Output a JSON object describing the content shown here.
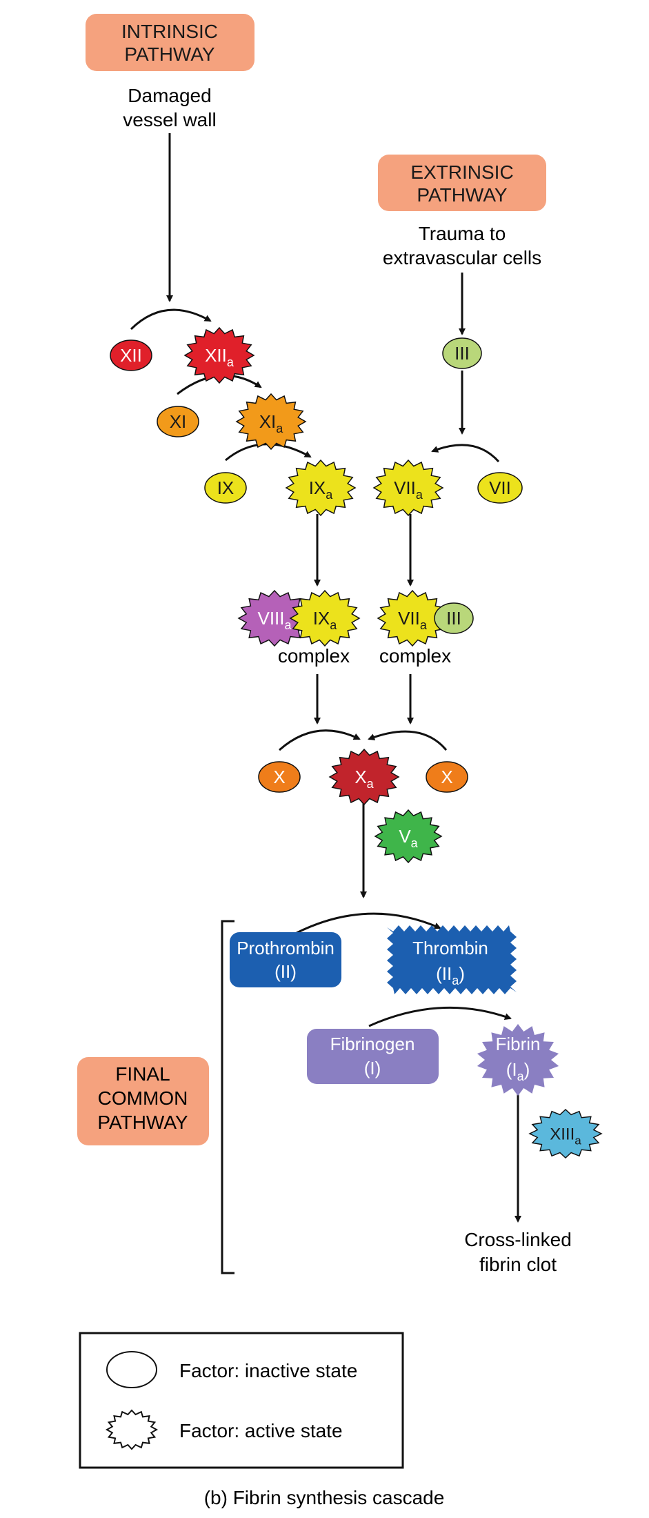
{
  "pathways": {
    "intrinsic": {
      "line1": "INTRINSIC",
      "line2": "PATHWAY",
      "color": "#f5a27e",
      "trigger_line1": "Damaged",
      "trigger_line2": "vessel wall"
    },
    "extrinsic": {
      "line1": "EXTRINSIC",
      "line2": "PATHWAY",
      "color": "#f5a27e",
      "trigger_line1": "Trauma to",
      "trigger_line2": "extravascular cells"
    },
    "final": {
      "line1": "FINAL",
      "line2": "COMMON",
      "line3": "PATHWAY",
      "color": "#f5a27e"
    }
  },
  "factors": {
    "xii": {
      "label": "XII",
      "color": "#e0202a"
    },
    "xiia": {
      "label": "XII",
      "sub": "a",
      "color": "#e0202a"
    },
    "xi": {
      "label": "XI",
      "color": "#f29a1a"
    },
    "xia": {
      "label": "XI",
      "sub": "a",
      "color": "#f29a1a"
    },
    "ix": {
      "label": "IX",
      "color": "#ece21c"
    },
    "ixa": {
      "label": "IX",
      "sub": "a",
      "color": "#ece21c"
    },
    "iii": {
      "label": "III",
      "color": "#b9d77a"
    },
    "vii": {
      "label": "VII",
      "color": "#ece21c"
    },
    "viia": {
      "label": "VII",
      "sub": "a",
      "color": "#ece21c"
    },
    "viiia": {
      "label": "VIII",
      "sub": "a",
      "color": "#b561b8"
    },
    "ixa_complex": {
      "label": "IX",
      "sub": "a",
      "color": "#ece21c"
    },
    "viia_complex": {
      "label": "VII",
      "sub": "a",
      "color": "#ece21c"
    },
    "iii_complex": {
      "label": "III",
      "color": "#b9d77a"
    },
    "x_left": {
      "label": "X",
      "color": "#ef7d1a"
    },
    "x_right": {
      "label": "X",
      "color": "#ef7d1a"
    },
    "xa": {
      "label": "X",
      "sub": "a",
      "color": "#c1242c"
    },
    "va": {
      "label": "V",
      "sub": "a",
      "color": "#3fb54a"
    },
    "prothrombin": {
      "line1": "Prothrombin",
      "line2": "(II)",
      "color": "#1c5fb0"
    },
    "thrombin": {
      "line1": "Thrombin",
      "line2_pre": "(II",
      "line2_sub": "a",
      "line2_post": ")",
      "color": "#1c5fb0"
    },
    "fibrinogen": {
      "line1": "Fibrinogen",
      "line2": "(I)",
      "color": "#8a7fc2"
    },
    "fibrin": {
      "line1": "Fibrin",
      "line2_pre": "(I",
      "line2_sub": "a",
      "line2_post": ")",
      "color": "#8a7fc2"
    },
    "xiiia": {
      "label": "XIII",
      "sub": "a",
      "color": "#5bb8dc"
    }
  },
  "labels": {
    "complex_left": "complex",
    "complex_right": "complex",
    "clot_line1": "Cross-linked",
    "clot_line2": "fibrin clot"
  },
  "legend": {
    "inactive": "Factor: inactive state",
    "active": "Factor: active state"
  },
  "caption": "(b) Fibrin synthesis cascade"
}
